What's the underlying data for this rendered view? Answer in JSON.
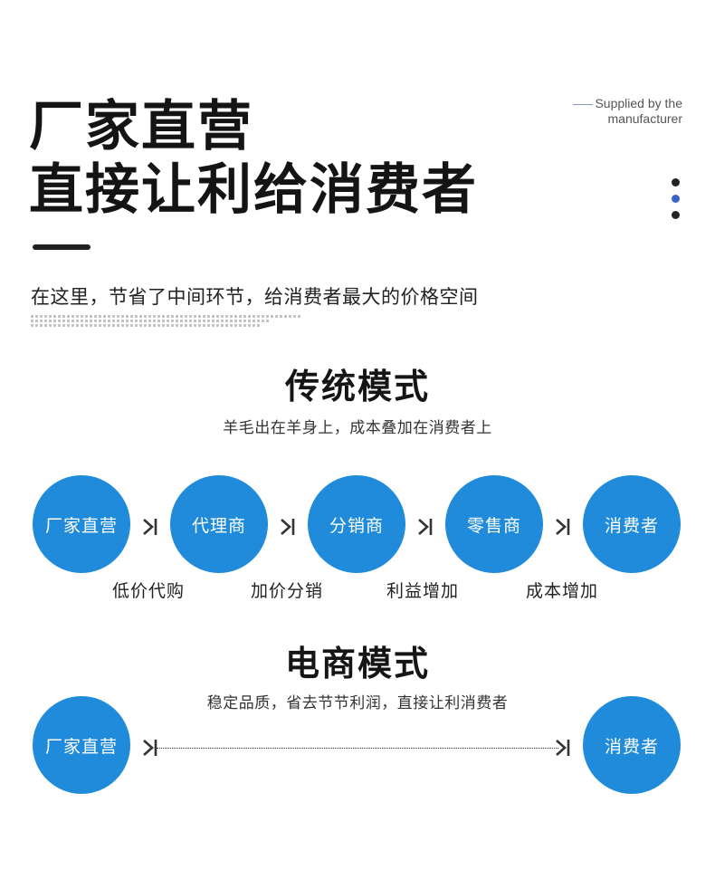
{
  "hero": {
    "line1": "厂家直营",
    "line2": "直接让利给消费者",
    "tag_line1": "Supplied by the",
    "tag_line2": "manufacturer",
    "intro": "在这里，节省了中间环节，给消费者最大的价格空间"
  },
  "pager": {
    "count": 3,
    "active_index": 1,
    "active_color": "#3a63c8"
  },
  "traditional": {
    "title": "传统模式",
    "subtitle": "羊毛出在羊身上，成本叠加在消费者上",
    "nodes": [
      "厂家直营",
      "代理商",
      "分销商",
      "零售商",
      "消费者"
    ],
    "labels": [
      "低价代购",
      "加价分销",
      "利益增加",
      "成本增加"
    ]
  },
  "ecommerce": {
    "title": "电商模式",
    "subtitle": "稳定品质，省去节节利润，直接让利消费者",
    "nodes": [
      "厂家直营",
      "消费者"
    ]
  },
  "colors": {
    "circle": "#1f8bda",
    "text": "#1e1e1e"
  }
}
